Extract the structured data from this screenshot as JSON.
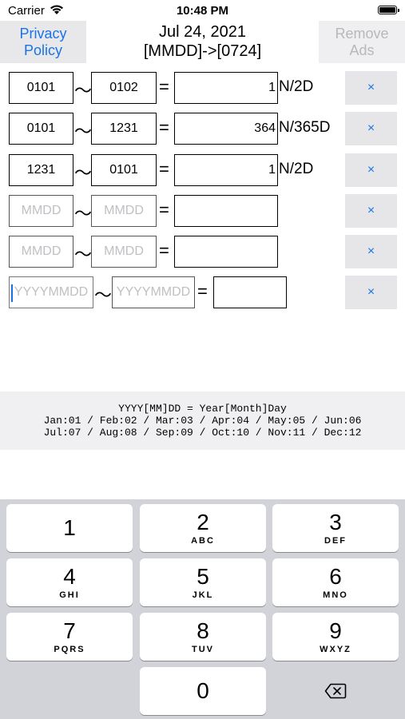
{
  "status_bar": {
    "carrier": "Carrier",
    "time": "10:48 PM"
  },
  "header": {
    "privacy_line1": "Privacy",
    "privacy_line2": "Policy",
    "date": "Jul 24, 2021",
    "format": "[MMDD]->[0724]",
    "remove_line1": "Remove",
    "remove_line2": "Ads"
  },
  "rows": [
    {
      "from": "0101",
      "to": "0102",
      "result": "1",
      "unit": "N/2D",
      "clear": "×"
    },
    {
      "from": "0101",
      "to": "1231",
      "result": "364",
      "unit": "N/365D",
      "clear": "×"
    },
    {
      "from": "1231",
      "to": "0101",
      "result": "1",
      "unit": "N/2D",
      "clear": "×"
    },
    {
      "from_placeholder": "MMDD",
      "to_placeholder": "MMDD",
      "clear": "×"
    },
    {
      "from_placeholder": "MMDD",
      "to_placeholder": "MMDD",
      "clear": "×"
    },
    {
      "from_placeholder": "YYYYMMDD",
      "to_placeholder": "YYYYMMDD",
      "clear": "×"
    }
  ],
  "symbols": {
    "tilde": "～",
    "equals": "="
  },
  "reference": {
    "line1": "YYYY[MM]DD = Year[Month]Day",
    "line2": "Jan:01 / Feb:02 / Mar:03 / Apr:04 / May:05 / Jun:06",
    "line3": "Jul:07 / Aug:08 / Sep:09 / Oct:10 / Nov:11 / Dec:12"
  },
  "keypad": [
    {
      "num": "1",
      "letters": ""
    },
    {
      "num": "2",
      "letters": "ABC"
    },
    {
      "num": "3",
      "letters": "DEF"
    },
    {
      "num": "4",
      "letters": "GHI"
    },
    {
      "num": "5",
      "letters": "JKL"
    },
    {
      "num": "6",
      "letters": "MNO"
    },
    {
      "num": "7",
      "letters": "PQRS"
    },
    {
      "num": "8",
      "letters": "TUV"
    },
    {
      "num": "9",
      "letters": "WXYZ"
    },
    {
      "num": "0",
      "letters": ""
    }
  ],
  "icons": {
    "wifi": "wifi-icon",
    "battery": "battery-icon",
    "delete": "backspace-icon"
  }
}
